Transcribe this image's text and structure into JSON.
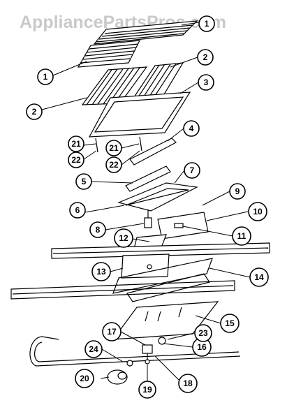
{
  "watermark": "AppliancePartsPros.com",
  "callouts": [
    "1",
    "1",
    "2",
    "2",
    "3",
    "4",
    "5",
    "6",
    "7",
    "8",
    "9",
    "10",
    "11",
    "12",
    "13",
    "14",
    "15",
    "16",
    "17",
    "18",
    "19",
    "20",
    "21",
    "21",
    "22",
    "22",
    "23",
    "24"
  ]
}
